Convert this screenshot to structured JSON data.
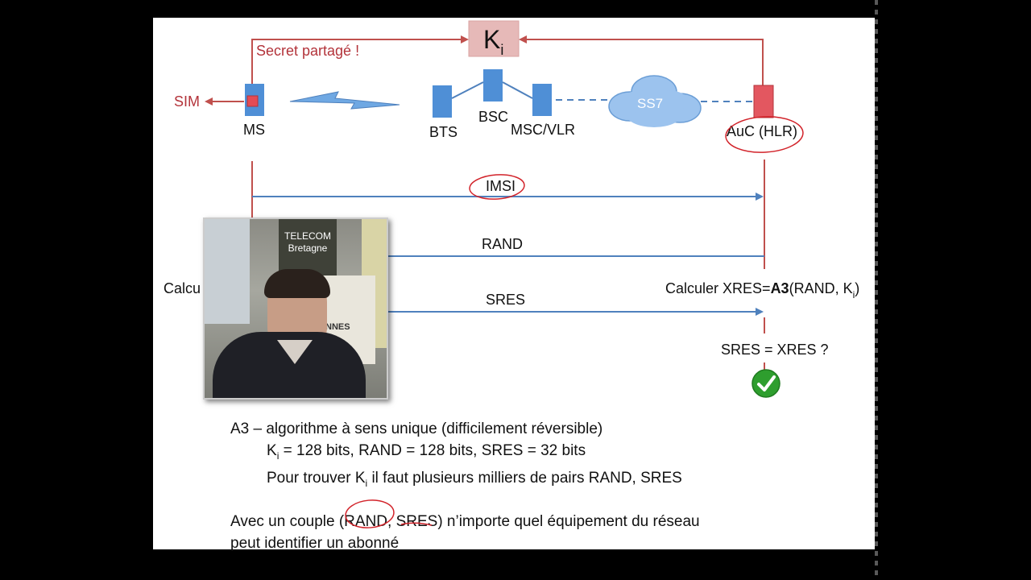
{
  "diagram": {
    "ki_box": {
      "main": "K",
      "sub": "i"
    },
    "secret_label": "Secret partagé !",
    "sim_label": "SIM",
    "nodes": {
      "ms": "MS",
      "bts": "BTS",
      "bsc": "BSC",
      "msc": "MSC/VLR",
      "ss7": "SS7",
      "auc": "AuC (HLR)"
    },
    "messages": {
      "imsi": "IMSI",
      "rand": "RAND",
      "sres": "SRES"
    },
    "left_calc_partial": "Calcu",
    "right_calc": {
      "prefix": "Calculer XRES=",
      "bold": "A3",
      "args": "(RAND, K",
      "sub": "i",
      "close": ")"
    },
    "compare": "SRES = XRES ?"
  },
  "webcam": {
    "sign_line1": "TELECOM",
    "sign_line2": "Bretagne",
    "sign_partial": "NNES"
  },
  "notes": {
    "line1": "A3 – algorithme à sens unique (difficilement réversible)",
    "line2_k": "K",
    "line2_sub": "i",
    "line2_rest": " = 128 bits, RAND = 128 bits, SRES = 32 bits",
    "line3_pre": "Pour trouver K",
    "line3_sub": "i",
    "line3_rest": " il faut plusieurs milliers de pairs RAND, SRES",
    "line4": "Avec un couple (RAND, SRES) n’importe quel équipement du réseau",
    "line5": "peut identifier un abonné"
  },
  "colors": {
    "red": "#c0504d",
    "blue": "#4f81bd",
    "ki_fill": "#e6b9b8",
    "node_fill": "#4f8fd6",
    "annotation": "#d2232a",
    "check": "#2e9e2e"
  }
}
